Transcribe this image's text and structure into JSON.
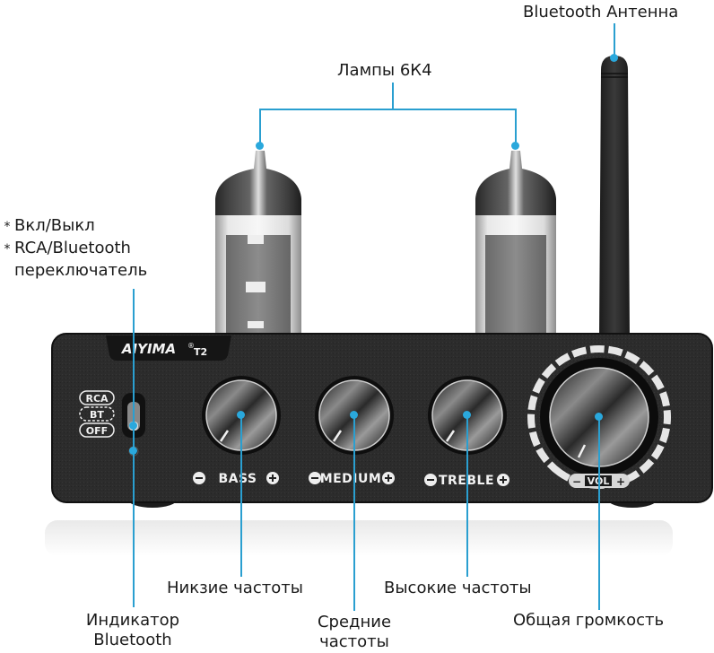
{
  "title": "AIYIMA T2 tube amplifier diagram",
  "device": {
    "brand": "AIYIMA",
    "registered_mark": "®",
    "model": "T2",
    "source_switch_positions": [
      "RCA",
      "BT",
      "OFF"
    ],
    "knobs": [
      {
        "id": "bass",
        "label": "BASS",
        "minus": "−",
        "plus": "+"
      },
      {
        "id": "medium",
        "label": "MEDIUM",
        "minus": "−",
        "plus": "+"
      },
      {
        "id": "treble",
        "label": "TREBLE",
        "minus": "−",
        "plus": "+"
      },
      {
        "id": "volume",
        "label": "VOL",
        "minus": "−",
        "plus": "+"
      }
    ]
  },
  "callouts": {
    "antenna": "Bluetooth Антенна",
    "tubes": "Лампы 6К4",
    "switch_line1": "Вкл/Выкл",
    "switch_line2": "RCA/Bluetooth",
    "switch_line3": "переключатель",
    "switch_bullet": "*",
    "bass": "Никзие частоты",
    "treble": "Высокие частоты",
    "bt_indicator_line1": "Индикатор",
    "bt_indicator_line2": "Bluetooth",
    "medium_line1": "Средние",
    "medium_line2": "частоты",
    "volume": "Общая громкость"
  },
  "colors": {
    "callout_line": "#2a9fd0",
    "chassis": "#2b2b2b",
    "panel_text": "#f2f2f2"
  }
}
